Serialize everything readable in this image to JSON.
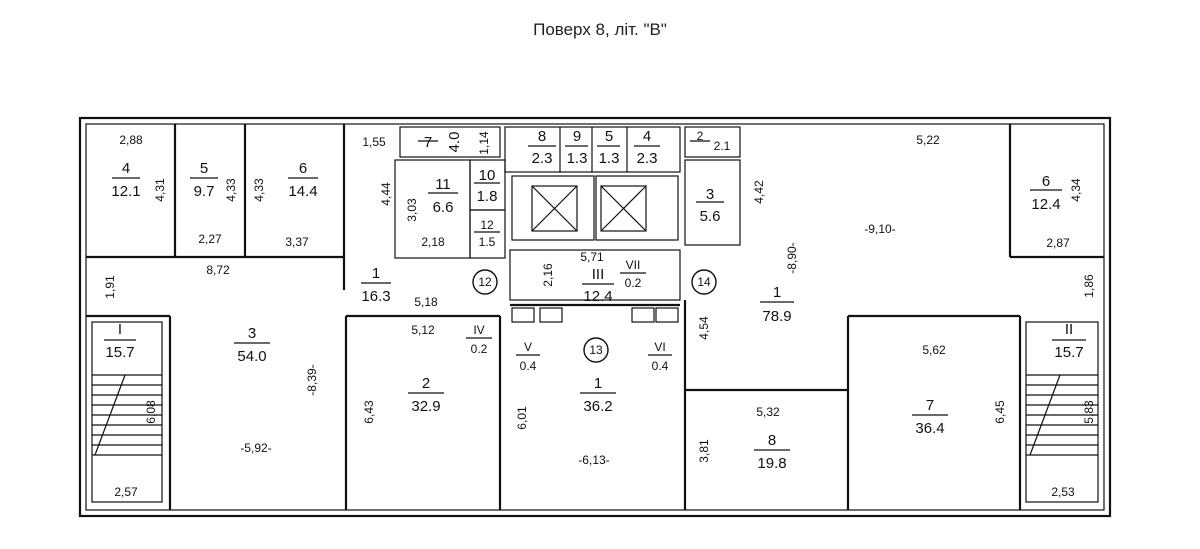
{
  "title": "Поверх 8, літ. \"В\"",
  "rooms": [
    {
      "id": "r4-left",
      "num": "4",
      "area": "12.1",
      "dims": [
        "2,88",
        "4,31"
      ]
    },
    {
      "id": "r5-left",
      "num": "5",
      "area": "9.7",
      "dims": [
        "4,33"
      ]
    },
    {
      "id": "r6-left",
      "num": "6",
      "area": "14.4",
      "dims": [
        "4,33"
      ]
    },
    {
      "id": "r7-top",
      "num": "7",
      "area": "4.0",
      "dims": [
        "1,14"
      ]
    },
    {
      "id": "r11",
      "num": "11",
      "area": "6.6",
      "dims": [
        "3,03",
        "2,18"
      ]
    },
    {
      "id": "r10",
      "num": "10",
      "area": "1.8",
      "dims": []
    },
    {
      "id": "r12-small",
      "num": "12",
      "area": "1.5",
      "dims": []
    },
    {
      "id": "r8-top",
      "num": "8",
      "area": "2.3",
      "dims": []
    },
    {
      "id": "r9-top",
      "num": "9",
      "area": "1.3",
      "dims": []
    },
    {
      "id": "r5-top",
      "num": "5",
      "area": "1.3",
      "dims": []
    },
    {
      "id": "r4-top",
      "num": "4",
      "area": "2.3",
      "dims": []
    },
    {
      "id": "r2-top",
      "num": "2",
      "area": "2.1",
      "dims": []
    },
    {
      "id": "r3-right",
      "num": "3",
      "area": "5.6",
      "dims": [
        "4,42"
      ]
    },
    {
      "id": "r6-right",
      "num": "6",
      "area": "12.4",
      "dims": [
        "4,34",
        "2,87"
      ]
    },
    {
      "id": "r1-corr",
      "num": "1",
      "area": "16.3",
      "dims": [
        "5,18",
        "5,12"
      ]
    },
    {
      "id": "rIII",
      "num": "III",
      "area": "12.4",
      "dims": [
        "5,71",
        "2,16"
      ]
    },
    {
      "id": "rVII",
      "num": "VII",
      "area": "0.2",
      "dims": []
    },
    {
      "id": "rIV",
      "num": "IV",
      "area": "0.2",
      "dims": []
    },
    {
      "id": "rV",
      "num": "V",
      "area": "0.4",
      "dims": []
    },
    {
      "id": "rVI",
      "num": "VI",
      "area": "0.4",
      "dims": []
    },
    {
      "id": "r1-big",
      "num": "1",
      "area": "78.9",
      "dims": [
        "-8,90-",
        "-9,10-",
        "4,54"
      ]
    },
    {
      "id": "rI",
      "num": "I",
      "area": "15.7",
      "dims": [
        "6,08",
        "2,57"
      ]
    },
    {
      "id": "rII",
      "num": "II",
      "area": "15.7",
      "dims": [
        "5,83",
        "2,53"
      ]
    },
    {
      "id": "r3-big",
      "num": "3",
      "area": "54.0",
      "dims": [
        "-8,39-",
        "-5,92-"
      ]
    },
    {
      "id": "r2-mid",
      "num": "2",
      "area": "32.9",
      "dims": [
        "6,43"
      ]
    },
    {
      "id": "r1-mid",
      "num": "1",
      "area": "36.2",
      "dims": [
        "6,01",
        "-6,13-"
      ]
    },
    {
      "id": "r8-bottom",
      "num": "8",
      "area": "19.8",
      "dims": [
        "5,32",
        "3,81"
      ]
    },
    {
      "id": "r7-bottom",
      "num": "7",
      "area": "36.4",
      "dims": [
        "5,62",
        "6,45"
      ]
    }
  ],
  "extra_dims": [
    "1,55",
    "4,44",
    "2,27",
    "3,37",
    "8,72",
    "1,91",
    "5,22",
    "1,86"
  ],
  "markers": [
    "12",
    "13",
    "14"
  ]
}
